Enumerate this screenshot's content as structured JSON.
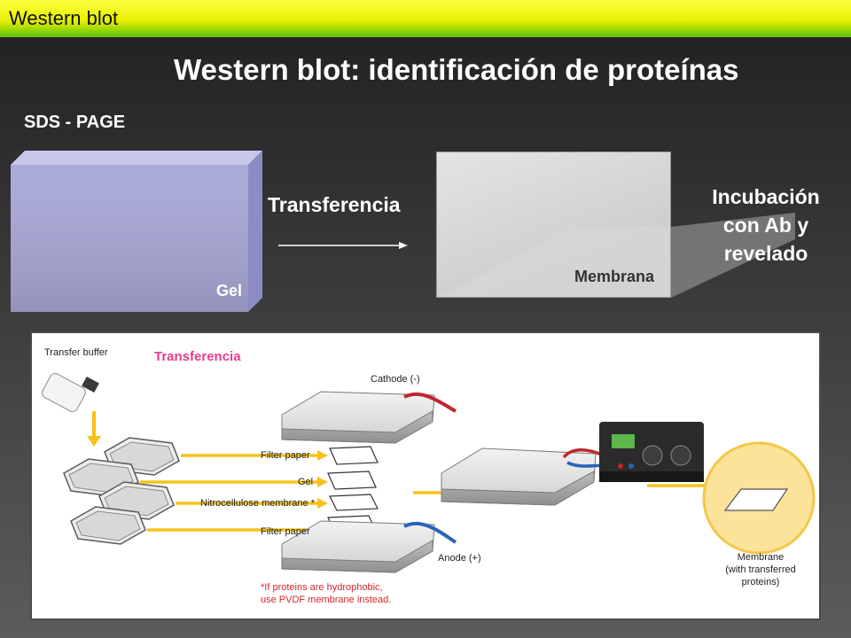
{
  "header": {
    "section": "Western blot"
  },
  "slide": {
    "title": "Western blot: identificación de proteínas",
    "sds_label": "SDS - PAGE",
    "gel_label": "Gel",
    "transfer_label": "Transferencia",
    "membrane_label": "Membrana",
    "incubation_lines": [
      "Incubación",
      "con Ab y",
      "revelado"
    ]
  },
  "diagram": {
    "pink_label": "Transferencia",
    "transfer_buffer": "Transfer buffer",
    "cathode": "Cathode (-)",
    "anode": "Anode (+)",
    "filter_paper_top": "Filter paper",
    "gel": "Gel",
    "nitrocellulose": "Nitrocellulose membrane *",
    "filter_paper_bottom": "Filter paper",
    "membrane_caption": [
      "Membrane",
      "(with transferred",
      "proteins)"
    ],
    "note_lines": [
      "*If proteins are hydrophobic,",
      "use PVDF membrane instead."
    ]
  },
  "colors": {
    "header_yellow": "#e8f000",
    "header_green": "#5cc10a",
    "gel": "#a7a7d6",
    "arrow_yellow": "#f6c21a",
    "membrane_circle": "#fbe39a",
    "pink": "#e83c8e",
    "note_red": "#d8242b",
    "cathode_wire": "#c0272d",
    "anode_wire": "#2a63b8"
  }
}
